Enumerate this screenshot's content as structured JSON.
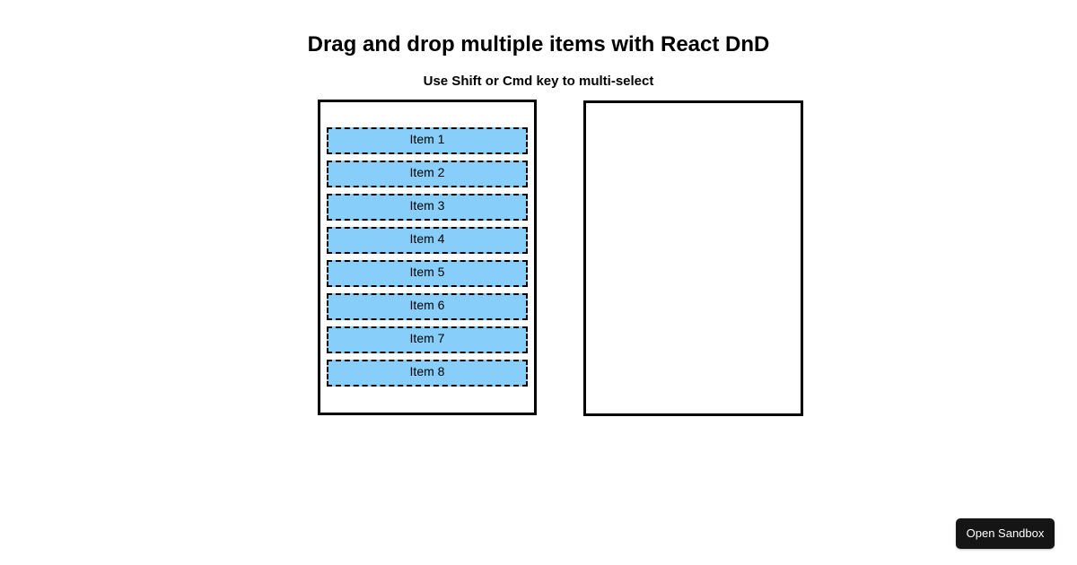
{
  "page": {
    "title": "Drag and drop multiple items with React DnD",
    "subtitle": "Use Shift or Cmd key to multi-select",
    "background_color": "#ffffff"
  },
  "board": {
    "source": {
      "name": "source-list",
      "border_color": "#000000",
      "items": [
        {
          "label": "Item 1"
        },
        {
          "label": "Item 2"
        },
        {
          "label": "Item 3"
        },
        {
          "label": "Item 4"
        },
        {
          "label": "Item 5"
        },
        {
          "label": "Item 6"
        },
        {
          "label": "Item 7"
        },
        {
          "label": "Item 8"
        }
      ],
      "item_fill_color": "#87CEFA",
      "item_border_color": "#000000"
    },
    "target": {
      "name": "drop-target",
      "items": [],
      "border_color": "#000000"
    }
  },
  "footer": {
    "open_sandbox_label": "Open Sandbox",
    "open_sandbox_background": "#151515",
    "open_sandbox_text_color": "#ffffff"
  }
}
